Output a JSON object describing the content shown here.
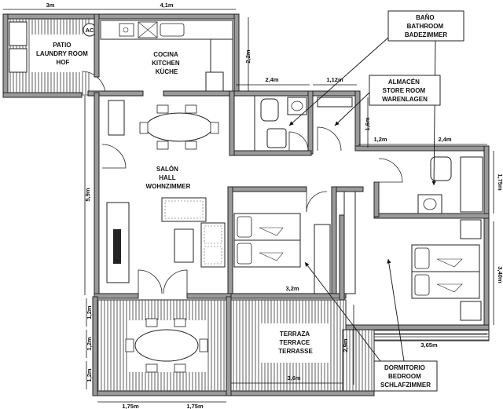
{
  "rooms": {
    "patio": [
      "PATIO",
      "LAUNDRY ROOM",
      "HOF"
    ],
    "kitchen": [
      "COCINA",
      "KITCHEN",
      "KÜCHE"
    ],
    "salon": [
      "SALÓN",
      "HALL",
      "WOHNZIMMER"
    ],
    "terrace": [
      "TERRAZA",
      "TERRACE",
      "TERRASSE"
    ]
  },
  "callouts": {
    "bathroom": [
      "BAÑO",
      "BATHROOM",
      "BADEZIMMER"
    ],
    "storage": [
      "ALMACÉN",
      "STORE ROOM",
      "WARENLAGEN"
    ],
    "bedroom": [
      "DORMITORIO",
      "BEDROOM",
      "SCHLAFZIMMER"
    ]
  },
  "appliance": {
    "ac": "AC"
  },
  "dimensions": {
    "top_patio": "3m",
    "top_kitchen": "4,1m",
    "kitchen_height": "2,2m",
    "bath_width": "2,4m",
    "store_width": "1,12m",
    "store_height": "1,6m",
    "hall_gap": "1,2m",
    "bath2_width": "2,4m",
    "bath2_height": "1,75m",
    "salon_height": "5,9m",
    "bedroom1_width": "3,2m",
    "bedroom2_height": "3,40m",
    "bedroom2_width": "3,65m",
    "terrace_h1": "1,2m",
    "terrace_h2": "1,2m",
    "terrace_h3": "1,2m",
    "terrace_depth": "2,9m",
    "terrace_width": "3,6m",
    "bottom_1": "1,75m",
    "bottom_2": "1,75m"
  }
}
